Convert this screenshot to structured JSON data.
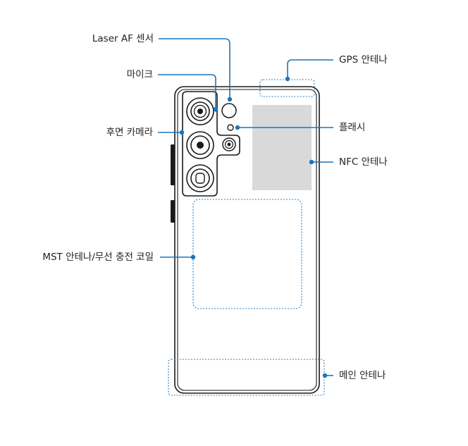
{
  "diagram": {
    "labels": {
      "laser_af": "Laser AF 센서",
      "gps": "GPS 안테나",
      "mic": "마이크",
      "flash": "플래시",
      "rear_camera": "후면 카메라",
      "nfc": "NFC 안테나",
      "mst": "MST 안테나/무선 충전 코일",
      "main_antenna": "메인 안테나"
    },
    "colors": {
      "leader": "#1a75bb",
      "phone_outline": "#1a1a1a",
      "nfc_fill": "#d9d9d9",
      "label_text": "#222222"
    }
  }
}
